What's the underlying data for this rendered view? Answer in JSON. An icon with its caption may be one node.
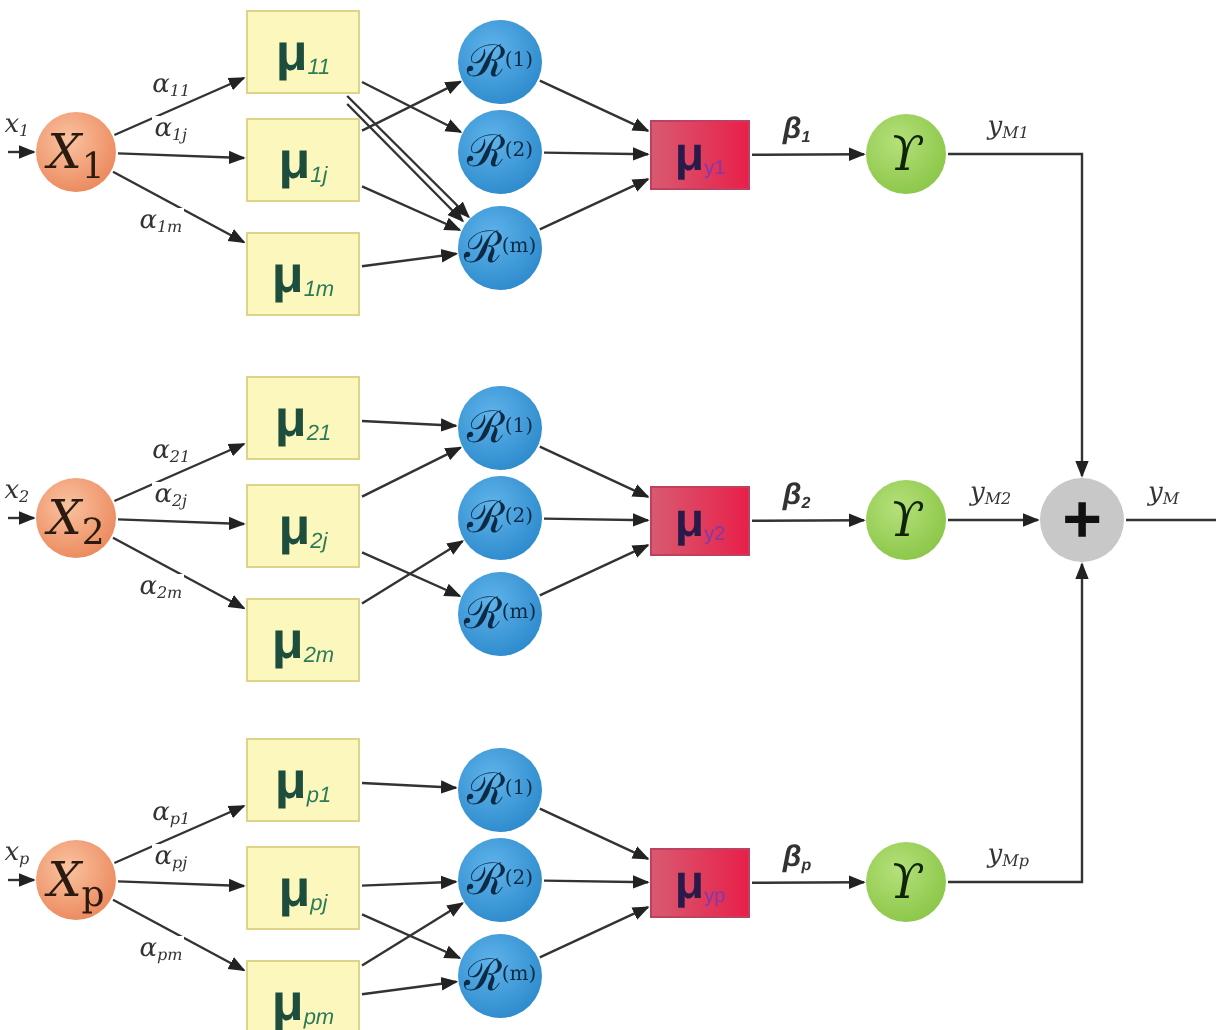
{
  "diagram": {
    "nodes": [
      {
        "text": [
          "*X*$_{1}$"
        ]
      },
      {
        "text": [
          "**μ**$_{11}$"
        ]
      },
      {
        "text": [
          "**μ**$_{1j}$"
        ]
      },
      {
        "text": [
          "**μ**$_{1m}$"
        ]
      },
      {
        "text": [
          "ℛ$^{(1)}$"
        ]
      },
      {
        "text": [
          "ℛ$^{(2)}$"
        ]
      },
      {
        "text": [
          "ℛ$^{(m)}$"
        ]
      },
      {
        "text": [
          "**μ**$_{y1}$"
        ]
      },
      {
        "text": [
          "ϒ"
        ]
      },
      {
        "text": [
          "*X*$_{2}$"
        ]
      },
      {
        "text": [
          "**μ**$_{21}$"
        ]
      },
      {
        "text": [
          "**μ**$_{2j}$"
        ]
      },
      {
        "text": [
          "**μ**$_{2m}$"
        ]
      },
      {
        "text": [
          "ℛ$^{(1)}$"
        ]
      },
      {
        "text": [
          "ℛ$^{(2)}$"
        ]
      },
      {
        "text": [
          "ℛ$^{(m)}$"
        ]
      },
      {
        "text": [
          "**μ**$_{y2}$"
        ]
      },
      {
        "text": [
          "ϒ"
        ]
      },
      {
        "text": [
          "*X*$_{p}$"
        ]
      },
      {
        "text": [
          "**μ**$_{p1}$"
        ]
      },
      {
        "text": [
          "**μ**$_{pj}$"
        ]
      },
      {
        "text": [
          "**μ**$_{pm}$"
        ]
      },
      {
        "text": [
          "ℛ$^{(1)}$"
        ]
      },
      {
        "text": [
          "ℛ$^{(2)}$"
        ]
      },
      {
        "text": [
          "ℛ$^{(m)}$"
        ]
      },
      {
        "text": [
          "**μ**$_{yp}$"
        ]
      },
      {
        "text": [
          "ϒ"
        ]
      },
      {
        "text": [
          "+"
        ]
      }
    ],
    "edges": [
      {
        "from": null,
        "to": 0,
        "arrow": "to",
        "label": "x$_{1}$"
      },
      {
        "from": 0,
        "to": 1,
        "arrow": "to",
        "label": "α$_{11}$"
      },
      {
        "from": 0,
        "to": 2,
        "arrow": "to",
        "label": "α$_{1j}$"
      },
      {
        "from": 0,
        "to": 3,
        "arrow": "to",
        "label": "α$_{1m}$"
      },
      {
        "from": 1,
        "to": 5,
        "arrow": "to"
      },
      {
        "from": 1,
        "to": 6,
        "arrow": "to"
      },
      {
        "from": 1,
        "to": 6,
        "arrow": "to"
      },
      {
        "from": 2,
        "to": 4,
        "arrow": "to"
      },
      {
        "from": 2,
        "to": 6,
        "arrow": "to"
      },
      {
        "from": 3,
        "to": 6,
        "arrow": "to"
      },
      {
        "from": 4,
        "to": 7,
        "arrow": "to"
      },
      {
        "from": 5,
        "to": 7,
        "arrow": "to"
      },
      {
        "from": 6,
        "to": 7,
        "arrow": "to"
      },
      {
        "from": 7,
        "to": 8,
        "arrow": "to",
        "label": "β$_{1}$"
      },
      {
        "from": 8,
        "to": 27,
        "arrow": "to",
        "label": "y$_{M1}$"
      },
      {
        "from": null,
        "to": 9,
        "arrow": "to",
        "label": "x$_{2}$"
      },
      {
        "from": 9,
        "to": 10,
        "arrow": "to",
        "label": "α$_{21}$"
      },
      {
        "from": 9,
        "to": 11,
        "arrow": "to",
        "label": "α$_{2j}$"
      },
      {
        "from": 9,
        "to": 12,
        "arrow": "to",
        "label": "α$_{2m}$"
      },
      {
        "from": 10,
        "to": 13,
        "arrow": "to"
      },
      {
        "from": 11,
        "to": 13,
        "arrow": "to"
      },
      {
        "from": 11,
        "to": 15,
        "arrow": "to"
      },
      {
        "from": 12,
        "to": 14,
        "arrow": "to"
      },
      {
        "from": 13,
        "to": 16,
        "arrow": "to"
      },
      {
        "from": 14,
        "to": 16,
        "arrow": "to"
      },
      {
        "from": 15,
        "to": 16,
        "arrow": "to"
      },
      {
        "from": 16,
        "to": 17,
        "arrow": "to",
        "label": "β$_{2}$"
      },
      {
        "from": 17,
        "to": 27,
        "arrow": "to",
        "label": "y$_{M2}$"
      },
      {
        "from": null,
        "to": 18,
        "arrow": "to",
        "label": "x$_{p}$"
      },
      {
        "from": 18,
        "to": 19,
        "arrow": "to",
        "label": "α$_{p1}$"
      },
      {
        "from": 18,
        "to": 20,
        "arrow": "to",
        "label": "α$_{pj}$"
      },
      {
        "from": 18,
        "to": 21,
        "arrow": "to",
        "label": "α$_{pm}$"
      },
      {
        "from": 19,
        "to": 22,
        "arrow": "to"
      },
      {
        "from": 20,
        "to": 23,
        "arrow": "to"
      },
      {
        "from": 20,
        "to": 24,
        "arrow": "to"
      },
      {
        "from": 21,
        "to": 23,
        "arrow": "to"
      },
      {
        "from": 21,
        "to": 24,
        "arrow": "to"
      },
      {
        "from": 22,
        "to": 25,
        "arrow": "to"
      },
      {
        "from": 23,
        "to": 25,
        "arrow": "to"
      },
      {
        "from": 24,
        "to": 25,
        "arrow": "to"
      },
      {
        "from": 25,
        "to": 26,
        "arrow": "to",
        "label": "β$_{p}$"
      },
      {
        "from": 26,
        "to": 27,
        "arrow": "to",
        "label": "y$_{Mp}$"
      },
      {
        "from": 27,
        "to": null,
        "arrow": "none",
        "label": "y$_{M}$"
      }
    ]
  }
}
